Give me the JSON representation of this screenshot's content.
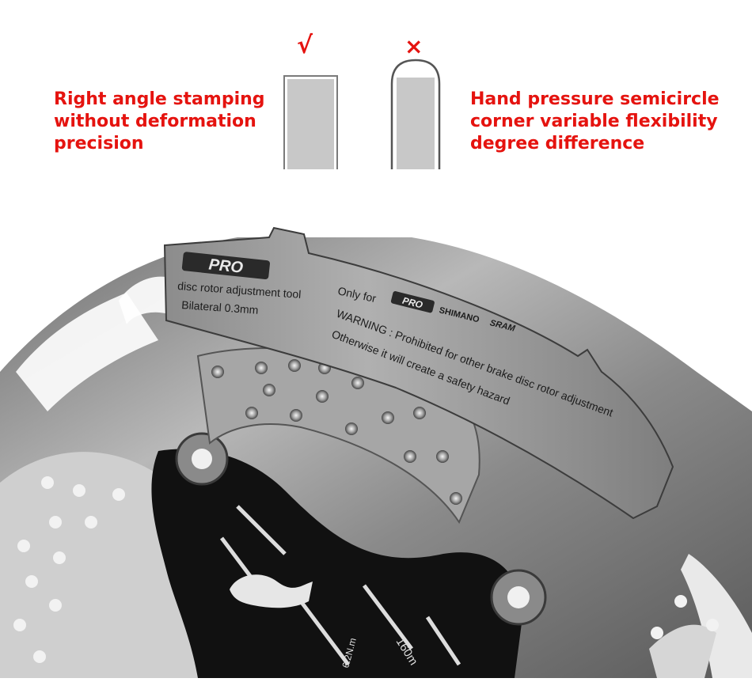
{
  "captions": {
    "left": [
      "Right angle stamping",
      "without deformation",
      "precision"
    ],
    "right": [
      "Hand pressure semicircle",
      "corner variable flexibility",
      "degree difference"
    ]
  },
  "marks": {
    "correct": "√",
    "incorrect": "×"
  },
  "tool": {
    "logo": "PRO",
    "line1": "disc rotor adjustment tool",
    "line2": "Bilateral 0.3mm",
    "only_for": "Only for",
    "brand_logo": "PRO",
    "brand_shimano": "SHIMANO",
    "brand_sram": "SRAM",
    "warning_line1": "WARNING : Prohibited for other brake disc rotor adjustment",
    "warning_line2": "Otherwise it will create a safety hazard"
  },
  "rotor": {
    "size_text": "160m",
    "torque_text": "6.2N.m"
  },
  "colors": {
    "accent_red": "#e5130f",
    "steel": "#9a9a9a",
    "black_carrier": "#111111"
  }
}
